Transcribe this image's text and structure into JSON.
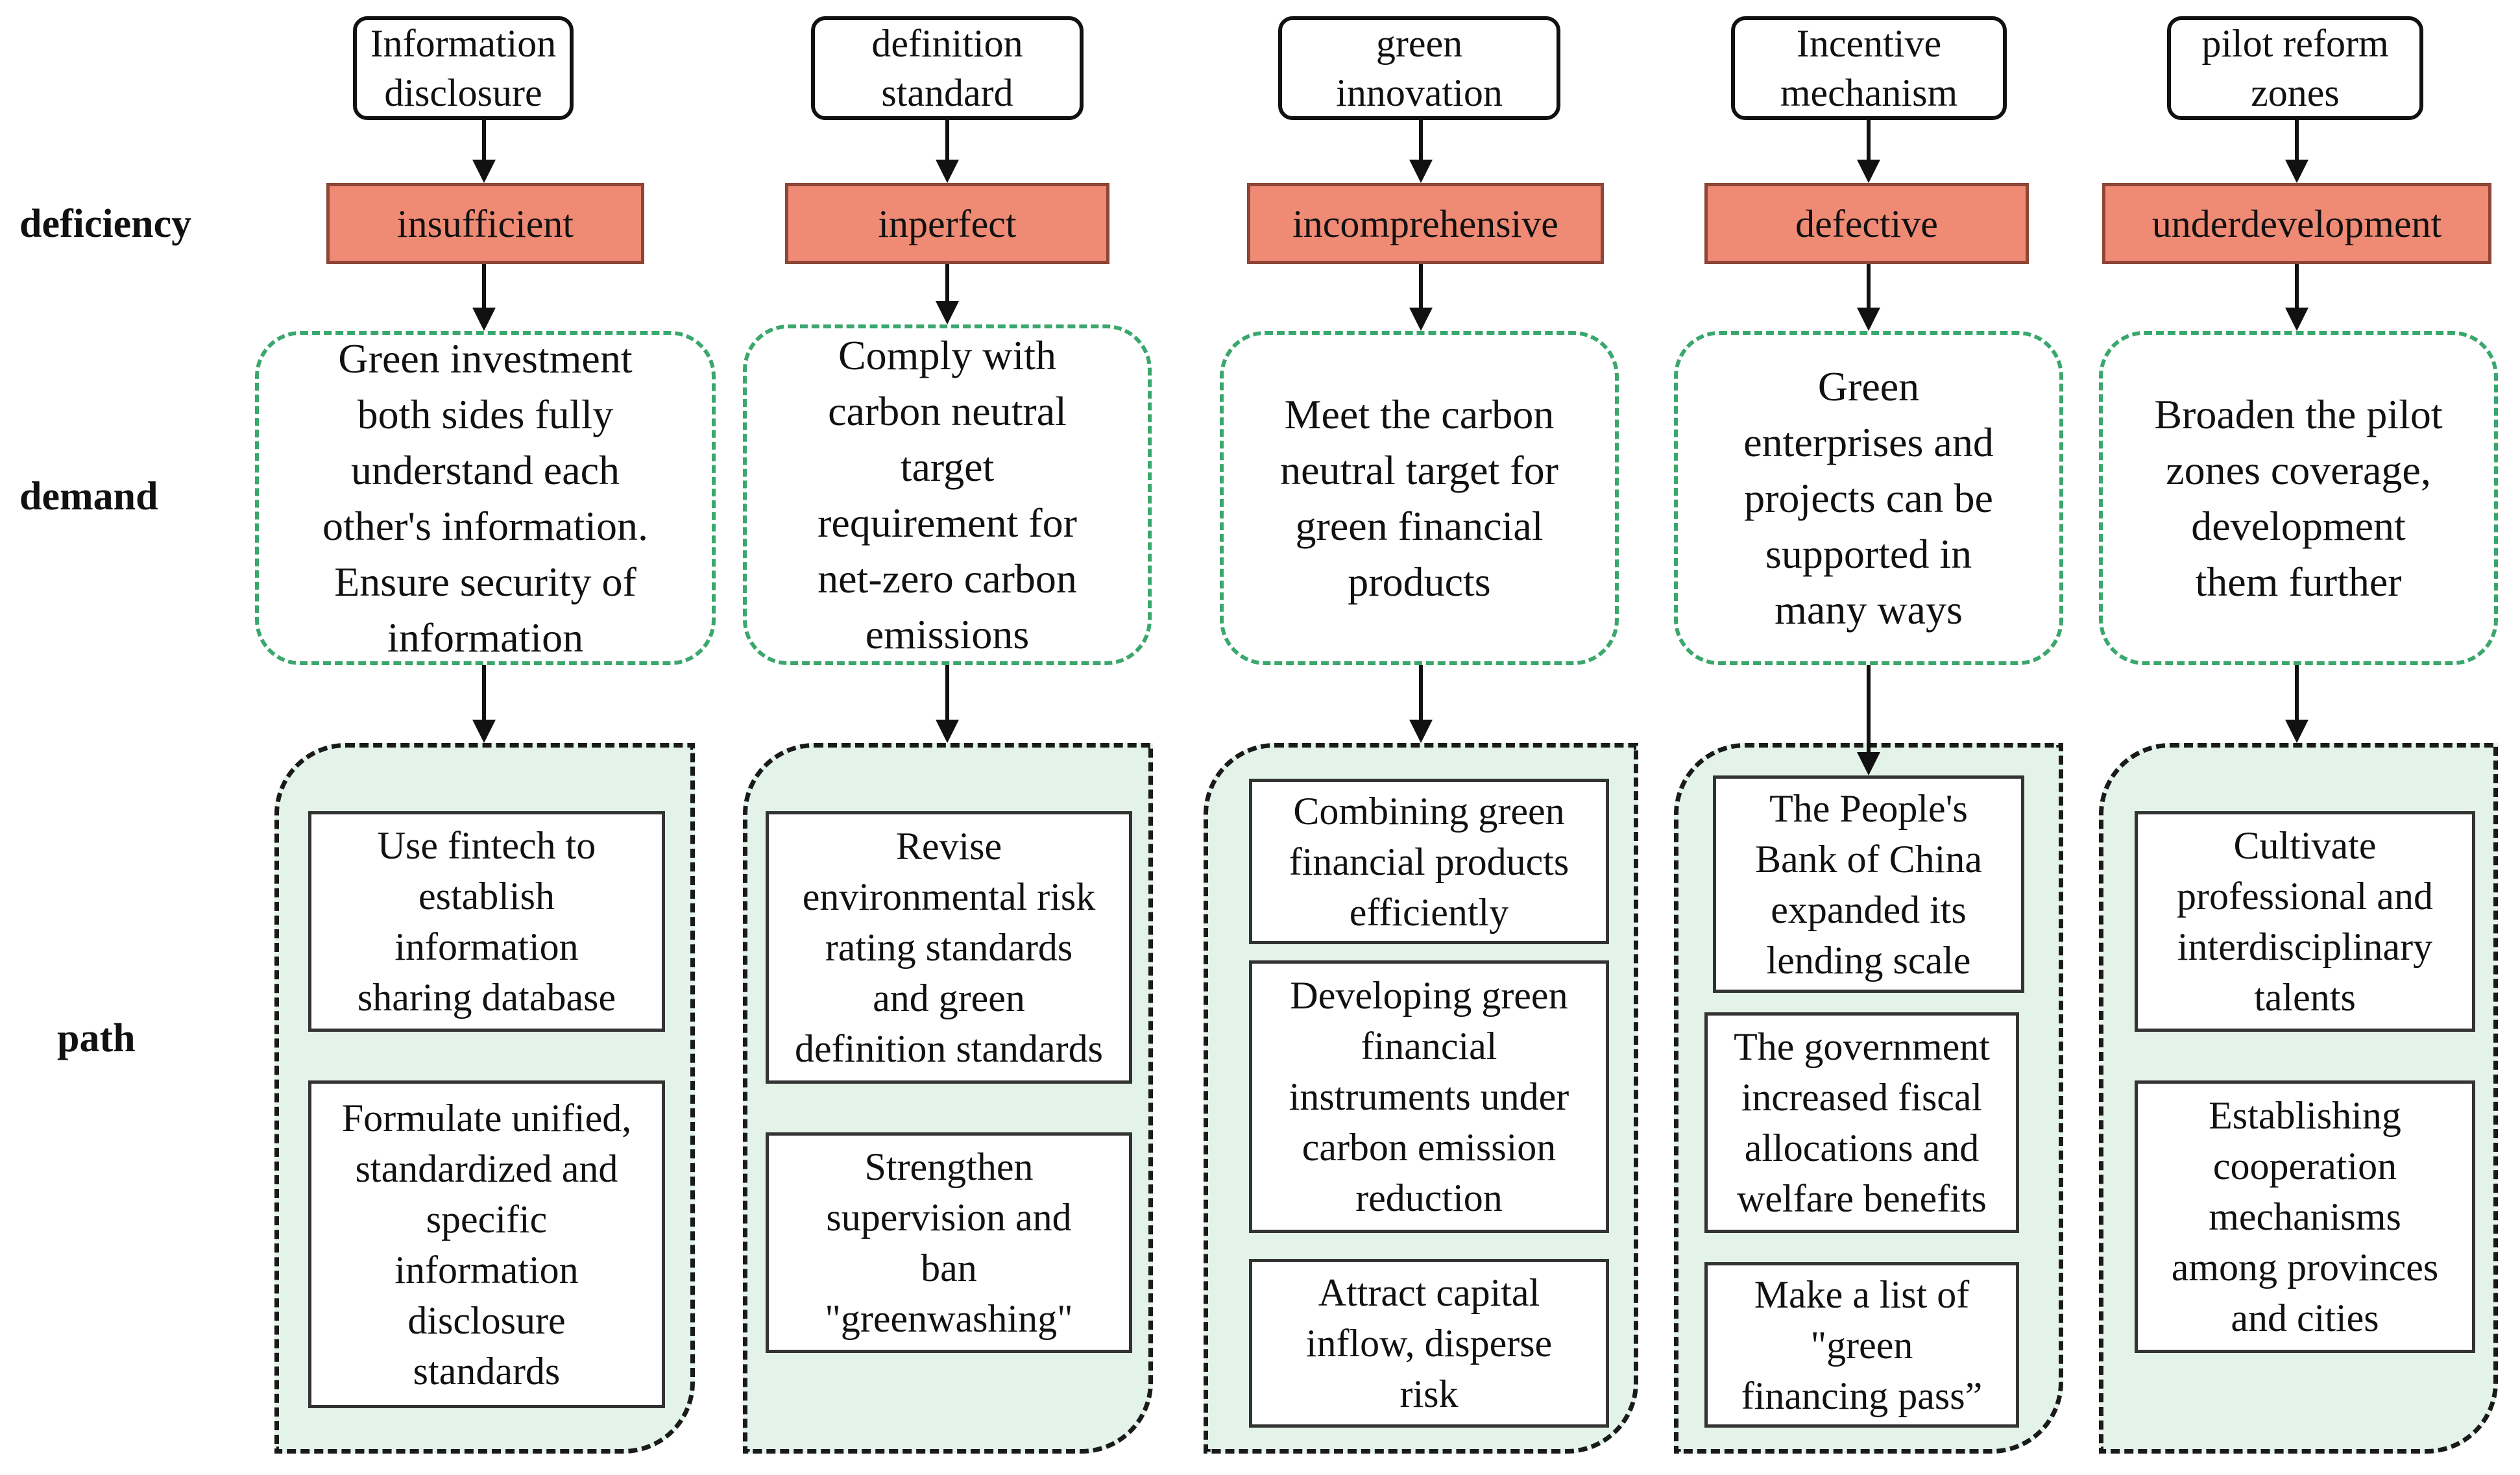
{
  "row_labels": {
    "deficiency": "deficiency",
    "demand": "demand",
    "path": "path"
  },
  "columns": [
    {
      "topic": "Information\ndisclosure",
      "deficiency": "insufficient",
      "demand": "Green investment\nboth sides fully\nunderstand each\nother's information.\nEnsure security of\ninformation",
      "paths": [
        "Use fintech to\nestablish\ninformation\nsharing database",
        "Formulate unified,\nstandardized and\nspecific\ninformation\ndisclosure\nstandards"
      ]
    },
    {
      "topic": "definition\nstandard",
      "deficiency": "inperfect",
      "demand": "Comply with\ncarbon neutral\ntarget\nrequirement for\nnet-zero carbon\nemissions",
      "paths": [
        "Revise\nenvironmental risk\nrating standards\nand green\ndefinition standards",
        "Strengthen\nsupervision and\nban\n\"greenwashing\""
      ]
    },
    {
      "topic": "green\ninnovation",
      "deficiency": "incomprehensive",
      "demand": "Meet the carbon\nneutral target for\ngreen financial\nproducts",
      "paths": [
        "Combining green\nfinancial products\nefficiently",
        "Developing green\nfinancial\ninstruments under\ncarbon emission\nreduction",
        "Attract capital\ninflow, disperse\nrisk"
      ]
    },
    {
      "topic": "Incentive\nmechanism",
      "deficiency": "defective",
      "demand": "Green\nenterprises and\nprojects can be\nsupported in\nmany ways",
      "paths": [
        "The People's\nBank of China\nexpanded its\nlending scale",
        "The government\nincreased fiscal\nallocations and\nwelfare benefits",
        "Make a list of\n\"green\nfinancing pass”"
      ]
    },
    {
      "topic": "pilot reform\nzones",
      "deficiency": "underdevelopment",
      "demand": "Broaden the pilot\nzones coverage,\ndevelopment\nthem further",
      "paths": [
        "Cultivate\nprofessional and\ninterdisciplinary\ntalents",
        "Establishing\ncooperation\nmechanisms\namong provinces\nand cities"
      ]
    }
  ]
}
